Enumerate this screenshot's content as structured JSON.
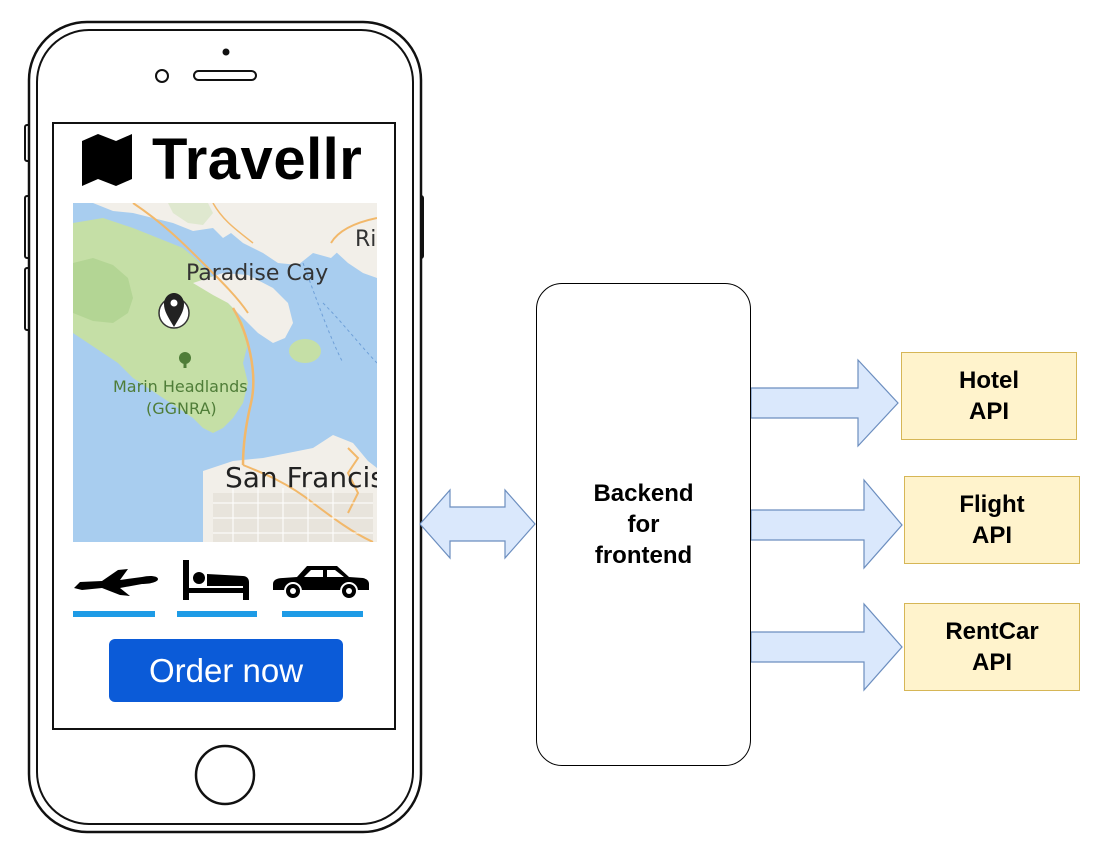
{
  "app": {
    "title": "Travellr",
    "order_button": "Order now",
    "categories": [
      {
        "name": "flight",
        "icon": "airplane-icon"
      },
      {
        "name": "hotel",
        "icon": "bed-icon"
      },
      {
        "name": "car",
        "icon": "car-icon"
      }
    ],
    "underline_color": "#1e9be6",
    "button_color": "#0b5bd8"
  },
  "map": {
    "labels": {
      "paradise_cay": "Paradise Cay",
      "marin_headlands_1": "Marin Headlands",
      "marin_headlands_2": "(GGNRA)",
      "san_francisco": "San Francis",
      "ri": "Ri"
    },
    "water_color": "#a8cdef",
    "land_color": "#f2efe9",
    "park_color": "#c5dfa6"
  },
  "backend": {
    "lines": [
      "Backend",
      "for",
      "frontend"
    ]
  },
  "apis": [
    {
      "lines": [
        "Hotel",
        "API"
      ]
    },
    {
      "lines": [
        "Flight",
        "API"
      ]
    },
    {
      "lines": [
        "RentCar",
        "API"
      ]
    }
  ],
  "colors": {
    "arrow_fill": "#dae8fc",
    "arrow_stroke": "#6c8ebf",
    "api_fill": "#fff3cc",
    "api_stroke": "#d6b656"
  }
}
